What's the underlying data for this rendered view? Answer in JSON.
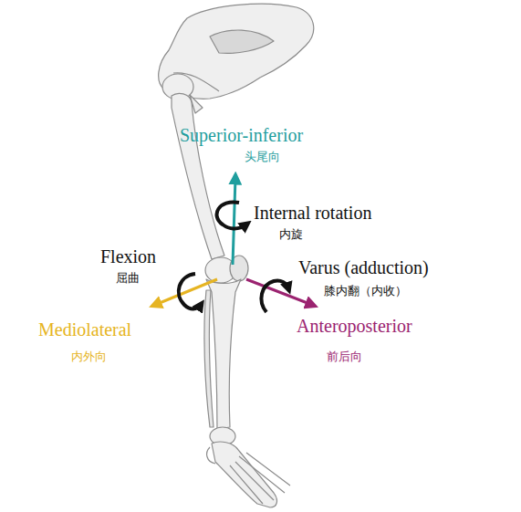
{
  "diagram": {
    "labels": [
      "Superior-inferior",
      "头尾向",
      "Internal rotation",
      "内旋",
      "Flexion",
      "屈曲",
      "Varus (adduction)",
      "膝内翻（内收）",
      "Mediolateral",
      "内外向",
      "Anteroposterior",
      "前后向"
    ]
  }
}
